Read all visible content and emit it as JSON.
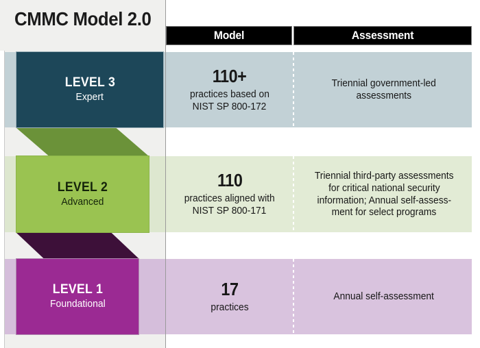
{
  "title": "CMMC Model 2.0",
  "columns": {
    "model_header": "Model",
    "assessment_header": "Assessment"
  },
  "colors": {
    "level3_block": "#1d4759",
    "level3_band": "#c2d1d6",
    "level2_block": "#9ac351",
    "level2_connector": "#6b9239",
    "level2_band": "#e2ebd5",
    "level1_block": "#9b2a93",
    "level1_connector": "#3d1039",
    "level1_band": "#d9c3de",
    "panel_background": "#f0f0ee",
    "header_bar": "#000000"
  },
  "levels": [
    {
      "id": "level-3",
      "name": "LEVEL 3",
      "descriptor": "Expert",
      "model_count": "110+",
      "model_detail_line1": "practices based on",
      "model_detail_line2": "NIST SP 800-172",
      "assessment_line1": "Triennial government-led",
      "assessment_line2": "assessments",
      "assessment_line3": "",
      "assessment_line4": ""
    },
    {
      "id": "level-2",
      "name": "LEVEL 2",
      "descriptor": "Advanced",
      "model_count": "110",
      "model_detail_line1": "practices aligned with",
      "model_detail_line2": "NIST SP 800-171",
      "assessment_line1": "Triennial third-party assessments",
      "assessment_line2": "for critical national security",
      "assessment_line3": "information; Annual self-assess-",
      "assessment_line4": "ment for select programs"
    },
    {
      "id": "level-1",
      "name": "LEVEL 1",
      "descriptor": "Foundational",
      "model_count": "17",
      "model_detail_line1": "practices",
      "model_detail_line2": "",
      "assessment_line1": "Annual self-assessment",
      "assessment_line2": "",
      "assessment_line3": "",
      "assessment_line4": ""
    }
  ]
}
